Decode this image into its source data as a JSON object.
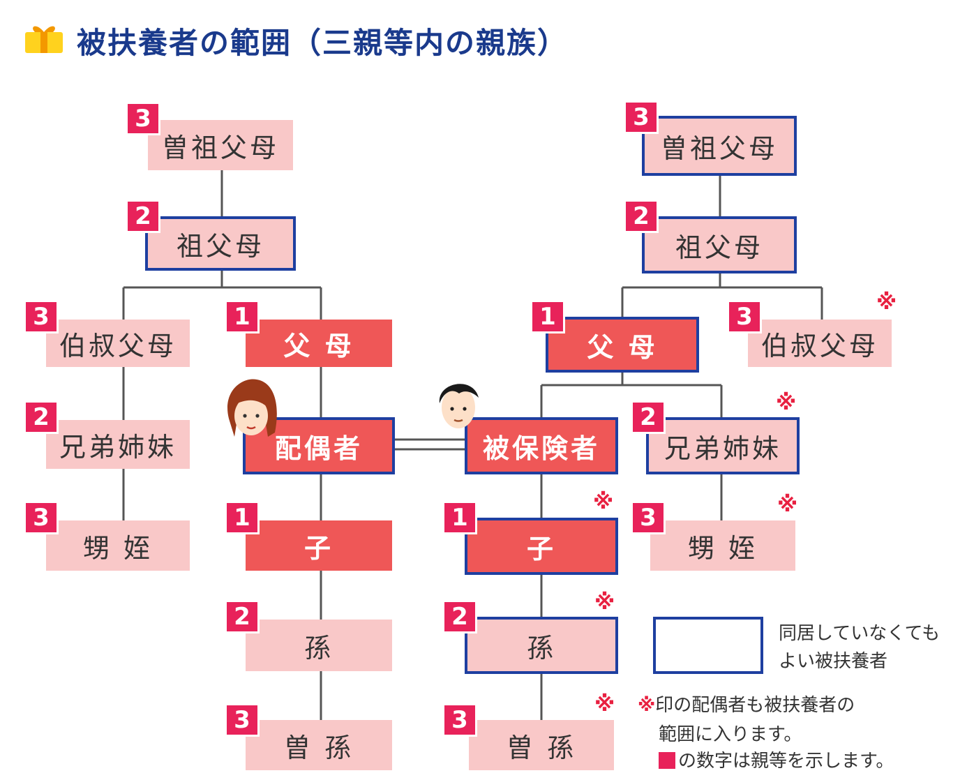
{
  "title": "被扶養者の範囲（三親等内の親族）",
  "icons": {
    "title_icon": "gift-icon",
    "spouse_icon": "woman-face-icon",
    "insured_icon": "man-face-icon"
  },
  "colors": {
    "light": "#f9c8c8",
    "dark": "#ef5757",
    "border": "#1e3fa0",
    "degree": "#e8225a",
    "title": "#1a3a8c"
  },
  "left": {
    "great_grandparents": {
      "label": "曽祖父母",
      "degree": "3"
    },
    "grandparents": {
      "label": "祖父母",
      "degree": "2"
    },
    "uncles_aunts": {
      "label": "伯叔父母",
      "degree": "3"
    },
    "parents": {
      "label": "父 母",
      "degree": "1"
    },
    "siblings": {
      "label": "兄弟姉妹",
      "degree": "2"
    },
    "spouse": {
      "label": "配偶者"
    },
    "nephews": {
      "label": "甥 姪",
      "degree": "3"
    },
    "child": {
      "label": "子",
      "degree": "1"
    },
    "grandchild": {
      "label": "孫",
      "degree": "2"
    },
    "great_grandchild": {
      "label": "曽 孫",
      "degree": "3"
    }
  },
  "right": {
    "great_grandparents": {
      "label": "曽祖父母",
      "degree": "3"
    },
    "grandparents": {
      "label": "祖父母",
      "degree": "2"
    },
    "parents": {
      "label": "父 母",
      "degree": "1"
    },
    "uncles_aunts": {
      "label": "伯叔父母",
      "degree": "3"
    },
    "insured": {
      "label": "被保険者"
    },
    "siblings": {
      "label": "兄弟姉妹",
      "degree": "2"
    },
    "child": {
      "label": "子",
      "degree": "1"
    },
    "nephews": {
      "label": "甥 姪",
      "degree": "3"
    },
    "grandchild": {
      "label": "孫",
      "degree": "2"
    },
    "great_grandchild": {
      "label": "曽 孫",
      "degree": "3"
    }
  },
  "mark": "※",
  "legend": {
    "box_text": "同居していなくても\nよい被扶養者",
    "note1": "印の配偶者も被扶養者の",
    "note2": "範囲に入ります。",
    "note3": "の数字は親等を示します。"
  }
}
